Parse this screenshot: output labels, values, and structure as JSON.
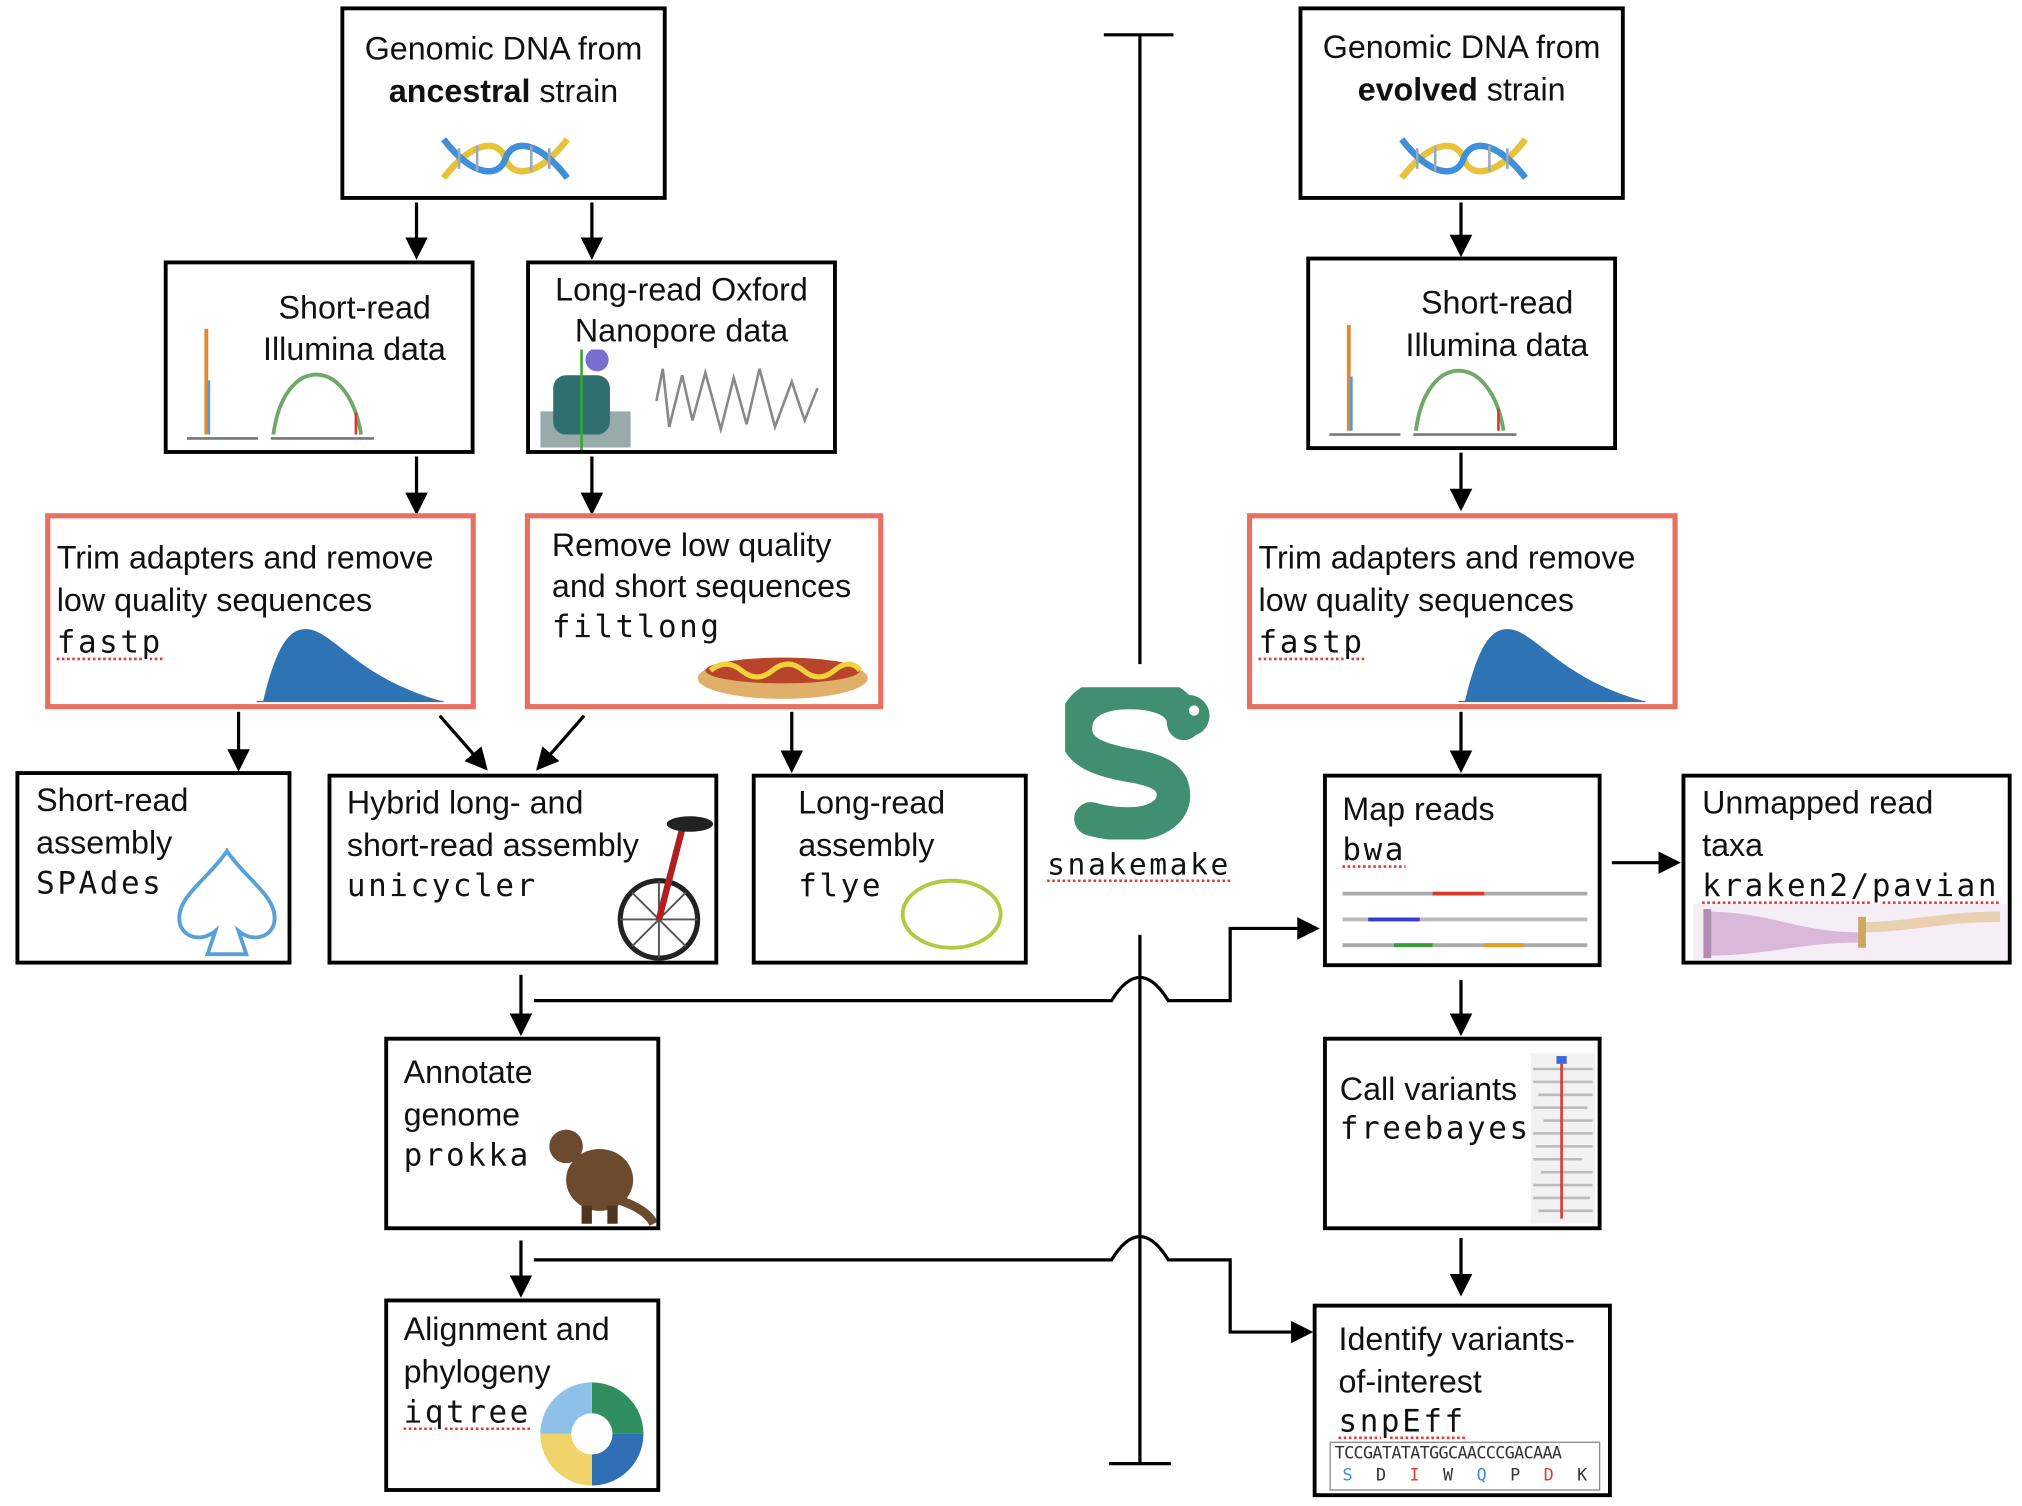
{
  "colors": {
    "box_border": "#000000",
    "qc_border": "#e8705f",
    "snake": "#3f8f70",
    "histogram": "#2e74b5"
  },
  "left": {
    "source": {
      "line1": "Genomic DNA from",
      "bold": "ancestral",
      "rest": " strain"
    },
    "short_read": {
      "line1": "Short-read",
      "line2": "Illumina data"
    },
    "long_read": {
      "line1": "Long-read Oxford",
      "line2": "Nanopore data"
    },
    "trim": {
      "line1": "Trim adapters and remove",
      "line2": "low quality sequences",
      "tool": "fastp"
    },
    "filter": {
      "line1": "Remove low quality",
      "line2": "and short sequences",
      "tool": "filtlong"
    },
    "short_asm": {
      "line1": "Short-read",
      "line2": "assembly",
      "tool": "SPAdes"
    },
    "hybrid_asm": {
      "line1": "Hybrid long- and",
      "line2": "short-read assembly",
      "tool": "unicycler"
    },
    "long_asm": {
      "line1": "Long-read",
      "line2": "assembly",
      "tool": "flye"
    },
    "annotate": {
      "line1": "Annotate",
      "line2": "genome",
      "tool": "prokka"
    },
    "phylo": {
      "line1": "Alignment and",
      "line2": "phylogeny",
      "tool": "iqtree"
    }
  },
  "center": {
    "label": "snakemake"
  },
  "right": {
    "source": {
      "line1": "Genomic DNA from",
      "bold": "evolved",
      "rest": " strain"
    },
    "short_read": {
      "line1": "Short-read",
      "line2": "Illumina data"
    },
    "trim": {
      "line1": "Trim adapters and remove",
      "line2": "low quality sequences",
      "tool": "fastp"
    },
    "map": {
      "line1": "Map reads",
      "tool": "bwa"
    },
    "unmapped": {
      "line1": "Unmapped read",
      "line2": "taxa",
      "tool": "kraken2/pavian"
    },
    "call": {
      "line1": "Call variants",
      "tool": "freebayes"
    },
    "identify": {
      "line1": "Identify variants-",
      "line2": "of-interest",
      "tool": "snpEff",
      "dna": "TCCGATATATGGCAACCCGACAAA",
      "aa": [
        "S",
        "D",
        "I",
        "W",
        "Q",
        "P",
        "D",
        "K"
      ]
    }
  }
}
